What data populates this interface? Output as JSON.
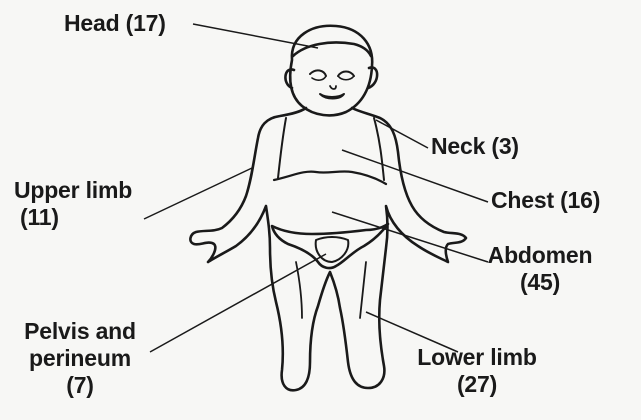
{
  "diagram": {
    "body_regions": [
      {
        "key": "head",
        "text": "Head (17)"
      },
      {
        "key": "neck",
        "text": "Neck (3)"
      },
      {
        "key": "chest",
        "text": "Chest (16)"
      },
      {
        "key": "upper_limb",
        "line1": "Upper limb",
        "line2": "(11)"
      },
      {
        "key": "abdomen",
        "line1": "Abdomen",
        "line2": "(45)"
      },
      {
        "key": "pelvis",
        "line1": "Pelvis and",
        "line2": "perineum",
        "line3": "(7)"
      },
      {
        "key": "lower_limb",
        "line1": "Lower limb",
        "line2": "(27)"
      }
    ]
  }
}
